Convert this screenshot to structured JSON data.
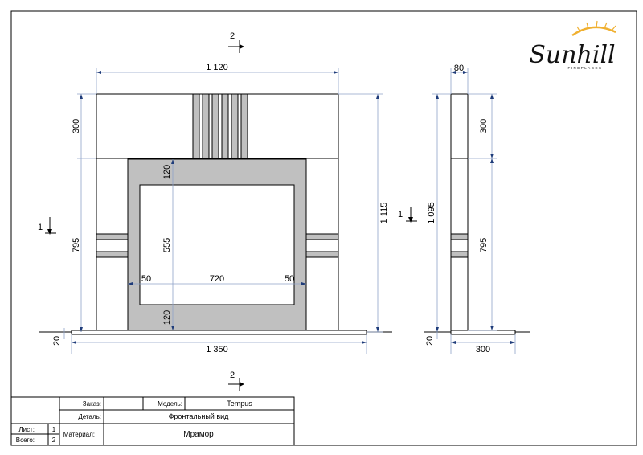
{
  "logo": {
    "brand": "Sunhill",
    "sub": "FIREPLACES"
  },
  "section_markers": {
    "top": "2",
    "bottom": "2",
    "left": "1",
    "right": "1"
  },
  "front_view": {
    "overall_width": "1 120",
    "base_width": "1 350",
    "top_height": "300",
    "lower_height": "795",
    "total_height": "1 115",
    "base_height": "20",
    "portal_top": "120",
    "portal_bottom": "120",
    "opening_height": "555",
    "opening_width": "720",
    "side_left": "50",
    "side_right": "50"
  },
  "side_view": {
    "depth_top": "80",
    "top_height": "300",
    "total_height": "1 095",
    "lower_height": "795",
    "base_height": "20",
    "base_depth": "300"
  },
  "title_block": {
    "order_label": "Заказ:",
    "order_value": "",
    "model_label": "Модель:",
    "model_value": "Tempus",
    "detail_label": "Деталь:",
    "detail_value": "Фронтальный вид",
    "sheet_label": "Лист:",
    "sheet_value": "1",
    "total_label": "Всего:",
    "total_value": "2",
    "material_label": "Материал:",
    "material_value": "Мрамор"
  },
  "colors": {
    "stone": "#ffffff",
    "portal": "#c0c0c0",
    "dimension": "#8fa3c8",
    "logo_gold": "#f0b030"
  }
}
